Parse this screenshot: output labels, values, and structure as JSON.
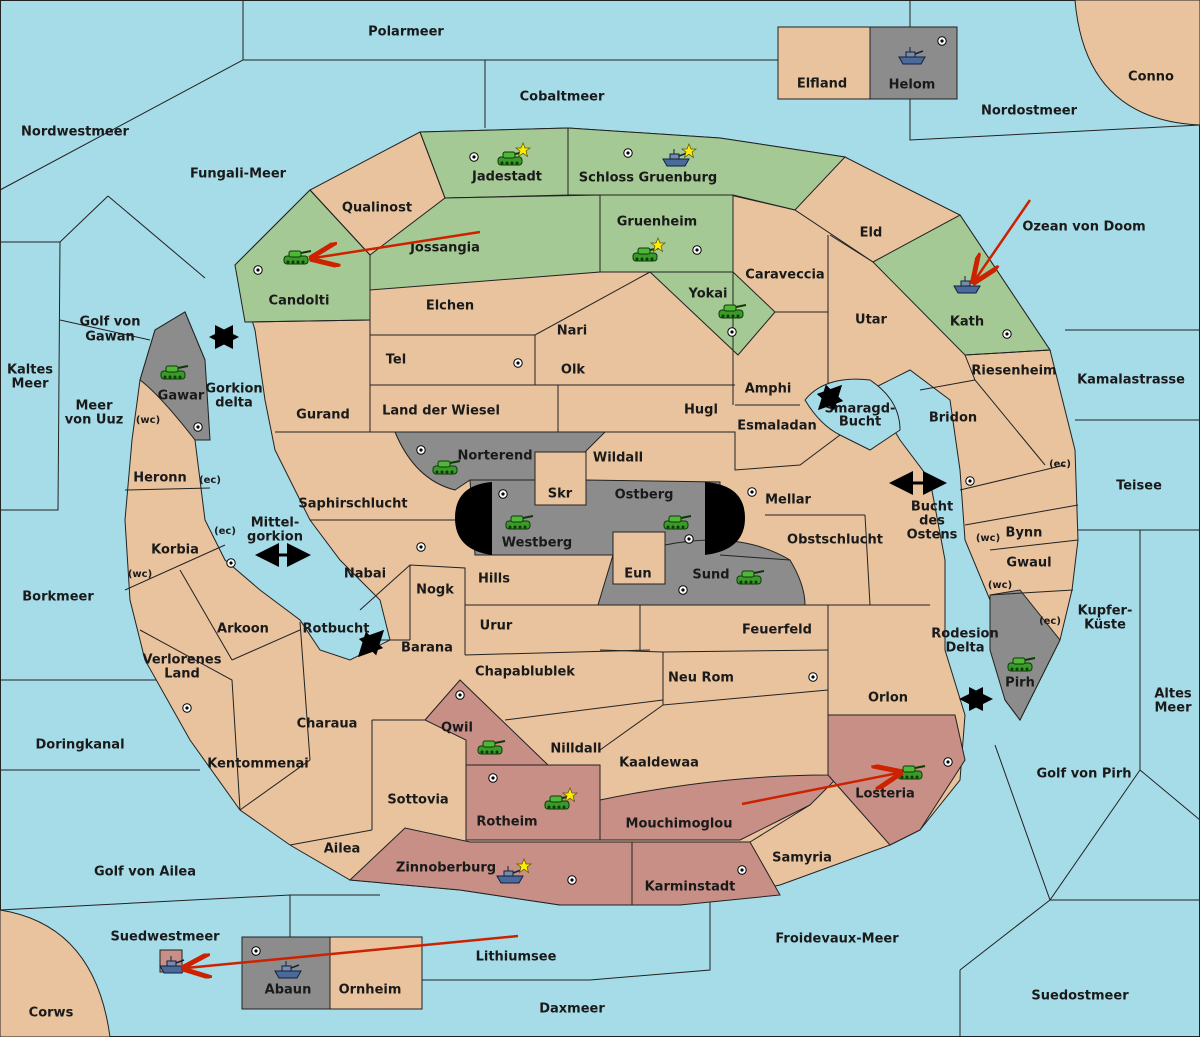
{
  "colors": {
    "sea": "#a6dbe8",
    "neutral": "#e8c39e",
    "green": "#a4c994",
    "grey": "#8c8c8c",
    "red": "#c88f87",
    "border": "#222222",
    "arrow": "#cc2200",
    "tank": "#3a9a2a",
    "fleet": "#4a6a9a",
    "star": "#ffee00"
  },
  "seas": [
    {
      "id": "polarmeer",
      "label": "Polarmeer"
    },
    {
      "id": "cobaltmeer",
      "label": "Cobaltmeer"
    },
    {
      "id": "nordwestmeer",
      "label": "Nordwestmeer"
    },
    {
      "id": "fungali",
      "label": "Fungali-Meer"
    },
    {
      "id": "nordostmeer",
      "label": "Nordostmeer"
    },
    {
      "id": "ozean",
      "label": "Ozean von Doom"
    },
    {
      "id": "golf-gawan",
      "label": "Golf von\nGawan"
    },
    {
      "id": "kaltes",
      "label": "Kaltes\nMeer"
    },
    {
      "id": "meer-uuz",
      "label": "Meer\nvon Uuz"
    },
    {
      "id": "kamalastrasse",
      "label": "Kamalastrasse"
    },
    {
      "id": "teisee",
      "label": "Teisee"
    },
    {
      "id": "kupferkueste",
      "label": "Kupfer-\nKüste"
    },
    {
      "id": "altes",
      "label": "Altes\nMeer"
    },
    {
      "id": "borkmeer",
      "label": "Borkmeer"
    },
    {
      "id": "doringkanal",
      "label": "Doringkanal"
    },
    {
      "id": "golf-pirh",
      "label": "Golf von Pirh"
    },
    {
      "id": "golf-ailea",
      "label": "Golf von Ailea"
    },
    {
      "id": "suedwestmeer",
      "label": "Suedwestmeer"
    },
    {
      "id": "lithiumsee",
      "label": "Lithiumsee"
    },
    {
      "id": "froidevaux",
      "label": "Froidevaux-Meer"
    },
    {
      "id": "suedostmeer",
      "label": "Suedostmeer"
    },
    {
      "id": "daxmeer",
      "label": "Daxmeer"
    },
    {
      "id": "smaragd",
      "label": "Smaragd-\nBucht"
    },
    {
      "id": "bucht-ostens",
      "label": "Bucht\ndes\nOstens"
    },
    {
      "id": "mittelgorkion",
      "label": "Mittel-\ngorkion"
    },
    {
      "id": "gorkion-delta",
      "label": "Gorkion\ndelta"
    },
    {
      "id": "rotbucht",
      "label": "Rotbucht"
    },
    {
      "id": "rodesion",
      "label": "Rodesion\nDelta"
    }
  ],
  "lands": [
    {
      "id": "conno",
      "label": "Conno"
    },
    {
      "id": "corws",
      "label": "Corws"
    },
    {
      "id": "elfland",
      "label": "Elfland"
    },
    {
      "id": "helom",
      "label": "Helom"
    },
    {
      "id": "abaun",
      "label": "Abaun"
    },
    {
      "id": "ornheim",
      "label": "Ornheim"
    },
    {
      "id": "jadestadt",
      "label": "Jadestadt"
    },
    {
      "id": "schloss",
      "label": "Schloss Gruenburg"
    },
    {
      "id": "qualinost",
      "label": "Qualinost"
    },
    {
      "id": "jossangia",
      "label": "Jossangia"
    },
    {
      "id": "gruenheim",
      "label": "Gruenheim"
    },
    {
      "id": "eld",
      "label": "Eld"
    },
    {
      "id": "candolti",
      "label": "Candolti"
    },
    {
      "id": "elchen",
      "label": "Elchen"
    },
    {
      "id": "caraveccia",
      "label": "Caraveccia"
    },
    {
      "id": "yokai",
      "label": "Yokai"
    },
    {
      "id": "utar",
      "label": "Utar"
    },
    {
      "id": "kath",
      "label": "Kath"
    },
    {
      "id": "nari",
      "label": "Nari"
    },
    {
      "id": "tel",
      "label": "Tel"
    },
    {
      "id": "olk",
      "label": "Olk"
    },
    {
      "id": "amphi",
      "label": "Amphi"
    },
    {
      "id": "riesenheim",
      "label": "Riesenheim"
    },
    {
      "id": "gawar",
      "label": "Gawar"
    },
    {
      "id": "gurand",
      "label": "Gurand"
    },
    {
      "id": "wiesel",
      "label": "Land der Wiesel"
    },
    {
      "id": "hugl",
      "label": "Hugl"
    },
    {
      "id": "bridon",
      "label": "Bridon"
    },
    {
      "id": "esmaladan",
      "label": "Esmaladan"
    },
    {
      "id": "norterend",
      "label": "Norterend"
    },
    {
      "id": "wildall",
      "label": "Wildall"
    },
    {
      "id": "heronn",
      "label": "Heronn"
    },
    {
      "id": "skr",
      "label": "Skr"
    },
    {
      "id": "ostberg",
      "label": "Ostberg"
    },
    {
      "id": "mellar",
      "label": "Mellar"
    },
    {
      "id": "saphir",
      "label": "Saphirschlucht"
    },
    {
      "id": "westberg",
      "label": "Westberg"
    },
    {
      "id": "obstschlucht",
      "label": "Obstschlucht"
    },
    {
      "id": "bynn",
      "label": "Bynn"
    },
    {
      "id": "korbia",
      "label": "Korbia"
    },
    {
      "id": "gwaul",
      "label": "Gwaul"
    },
    {
      "id": "nabai",
      "label": "Nabai"
    },
    {
      "id": "hills",
      "label": "Hills"
    },
    {
      "id": "eun",
      "label": "Eun"
    },
    {
      "id": "sund",
      "label": "Sund"
    },
    {
      "id": "nogk",
      "label": "Nogk"
    },
    {
      "id": "arkoon",
      "label": "Arkoon"
    },
    {
      "id": "urur",
      "label": "Urur"
    },
    {
      "id": "feuerfeld",
      "label": "Feuerfeld"
    },
    {
      "id": "barana",
      "label": "Barana"
    },
    {
      "id": "pirh",
      "label": "Pirh"
    },
    {
      "id": "verlorenes",
      "label": "Verlorenes\nLand"
    },
    {
      "id": "chapa",
      "label": "Chapablublek"
    },
    {
      "id": "neurom",
      "label": "Neu Rom"
    },
    {
      "id": "orlon",
      "label": "Orlon"
    },
    {
      "id": "qwil",
      "label": "Qwil"
    },
    {
      "id": "charaua",
      "label": "Charaua"
    },
    {
      "id": "nilldall",
      "label": "Nilldall"
    },
    {
      "id": "kaaldewaa",
      "label": "Kaaldewaa"
    },
    {
      "id": "kentommenai",
      "label": "Kentommenai"
    },
    {
      "id": "losteria",
      "label": "Losteria"
    },
    {
      "id": "sottovia",
      "label": "Sottovia"
    },
    {
      "id": "rotheim",
      "label": "Rotheim"
    },
    {
      "id": "mouchimo",
      "label": "Mouchimoglou"
    },
    {
      "id": "ailea",
      "label": "Ailea"
    },
    {
      "id": "samyria",
      "label": "Samyria"
    },
    {
      "id": "zinnoberburg",
      "label": "Zinnoberburg"
    },
    {
      "id": "karminstadt",
      "label": "Karminstadt"
    }
  ],
  "coasts": {
    "wc": "(wc)",
    "ec": "(ec)"
  }
}
